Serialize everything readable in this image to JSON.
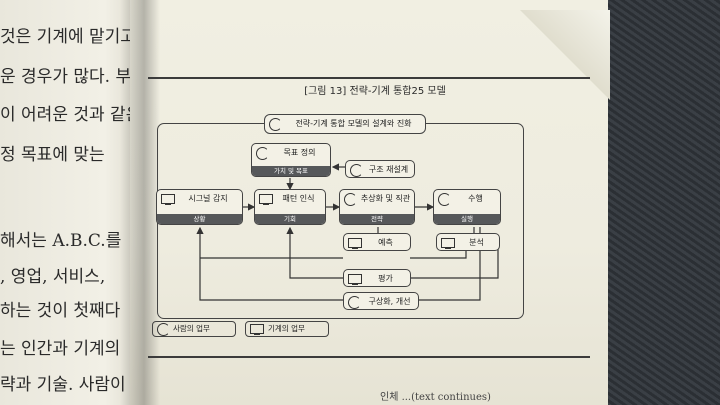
{
  "left_page": {
    "lines": [
      "것은 기계에 맡기고",
      "운 경우가 많다. 부분",
      "이 어려운 것과 같은",
      "정 목표에 맞는",
      "해서는 A.B.C.를",
      ", 영업, 서비스,",
      "하는 것이 첫째다",
      "는 인간과 기계의",
      "략과 기술. 사람이"
    ]
  },
  "figure": {
    "title": "[그림 13] 전략-기계 통합25 모델",
    "top_node": "전략-기계 통합 모델의 설계와 진화",
    "goal": {
      "label": "목표 정의",
      "sub": "가치 및 목표"
    },
    "structure": {
      "label": "구조 재설계"
    },
    "signal": {
      "label": "시그널 감지",
      "sub": "상황"
    },
    "pattern": {
      "label": "패턴 인식",
      "sub": "기회"
    },
    "abstract": {
      "label": "추상화 및 직관",
      "sub": "전략"
    },
    "execute": {
      "label": "수행",
      "sub": "실행"
    },
    "predict": {
      "label": "예측"
    },
    "analyze": {
      "label": "분석"
    },
    "evaluate": {
      "label": "평가"
    },
    "improve": {
      "label": "구상화, 개선"
    },
    "legend": {
      "person": "사람의 업무",
      "machine": "기계의 업무"
    }
  },
  "below_text": "인체 ...(text continues)"
}
